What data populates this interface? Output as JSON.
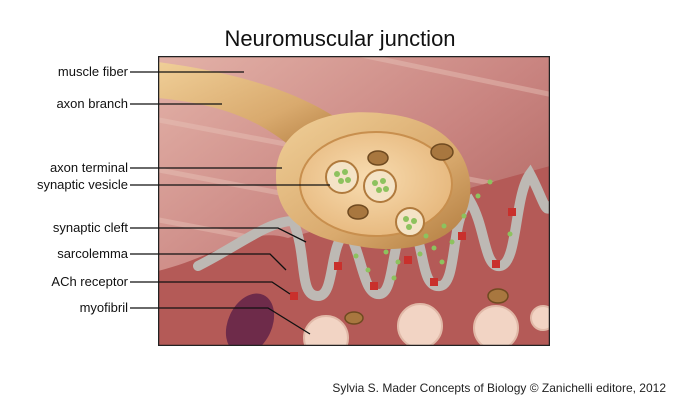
{
  "title": "Neuromuscular junction",
  "credit": "Sylvia S. Mader Concepts of Biology © Zanichelli editore, 2012",
  "labels": [
    {
      "key": "muscle-fiber",
      "text": "muscle fiber"
    },
    {
      "key": "axon-branch",
      "text": "axon branch"
    },
    {
      "key": "axon-terminal",
      "text": "axon terminal"
    },
    {
      "key": "synaptic-vesicle",
      "text": "synaptic vesicle"
    },
    {
      "key": "synaptic-cleft",
      "text": "synaptic cleft"
    },
    {
      "key": "sarcolemma",
      "text": "sarcolemma"
    },
    {
      "key": "ach-receptor",
      "text": "ACh receptor"
    },
    {
      "key": "myofibril",
      "text": "myofibril"
    }
  ],
  "colors": {
    "axon": "#d9aa6e",
    "axon_dark": "#b07a3d",
    "muscle": "#c98480",
    "muscle_dark": "#a6504e",
    "membrane": "#b9b6b2",
    "vesicle": "#8dc25e",
    "receptor": "#c9302c",
    "myofibril": "#f2d4c4"
  }
}
